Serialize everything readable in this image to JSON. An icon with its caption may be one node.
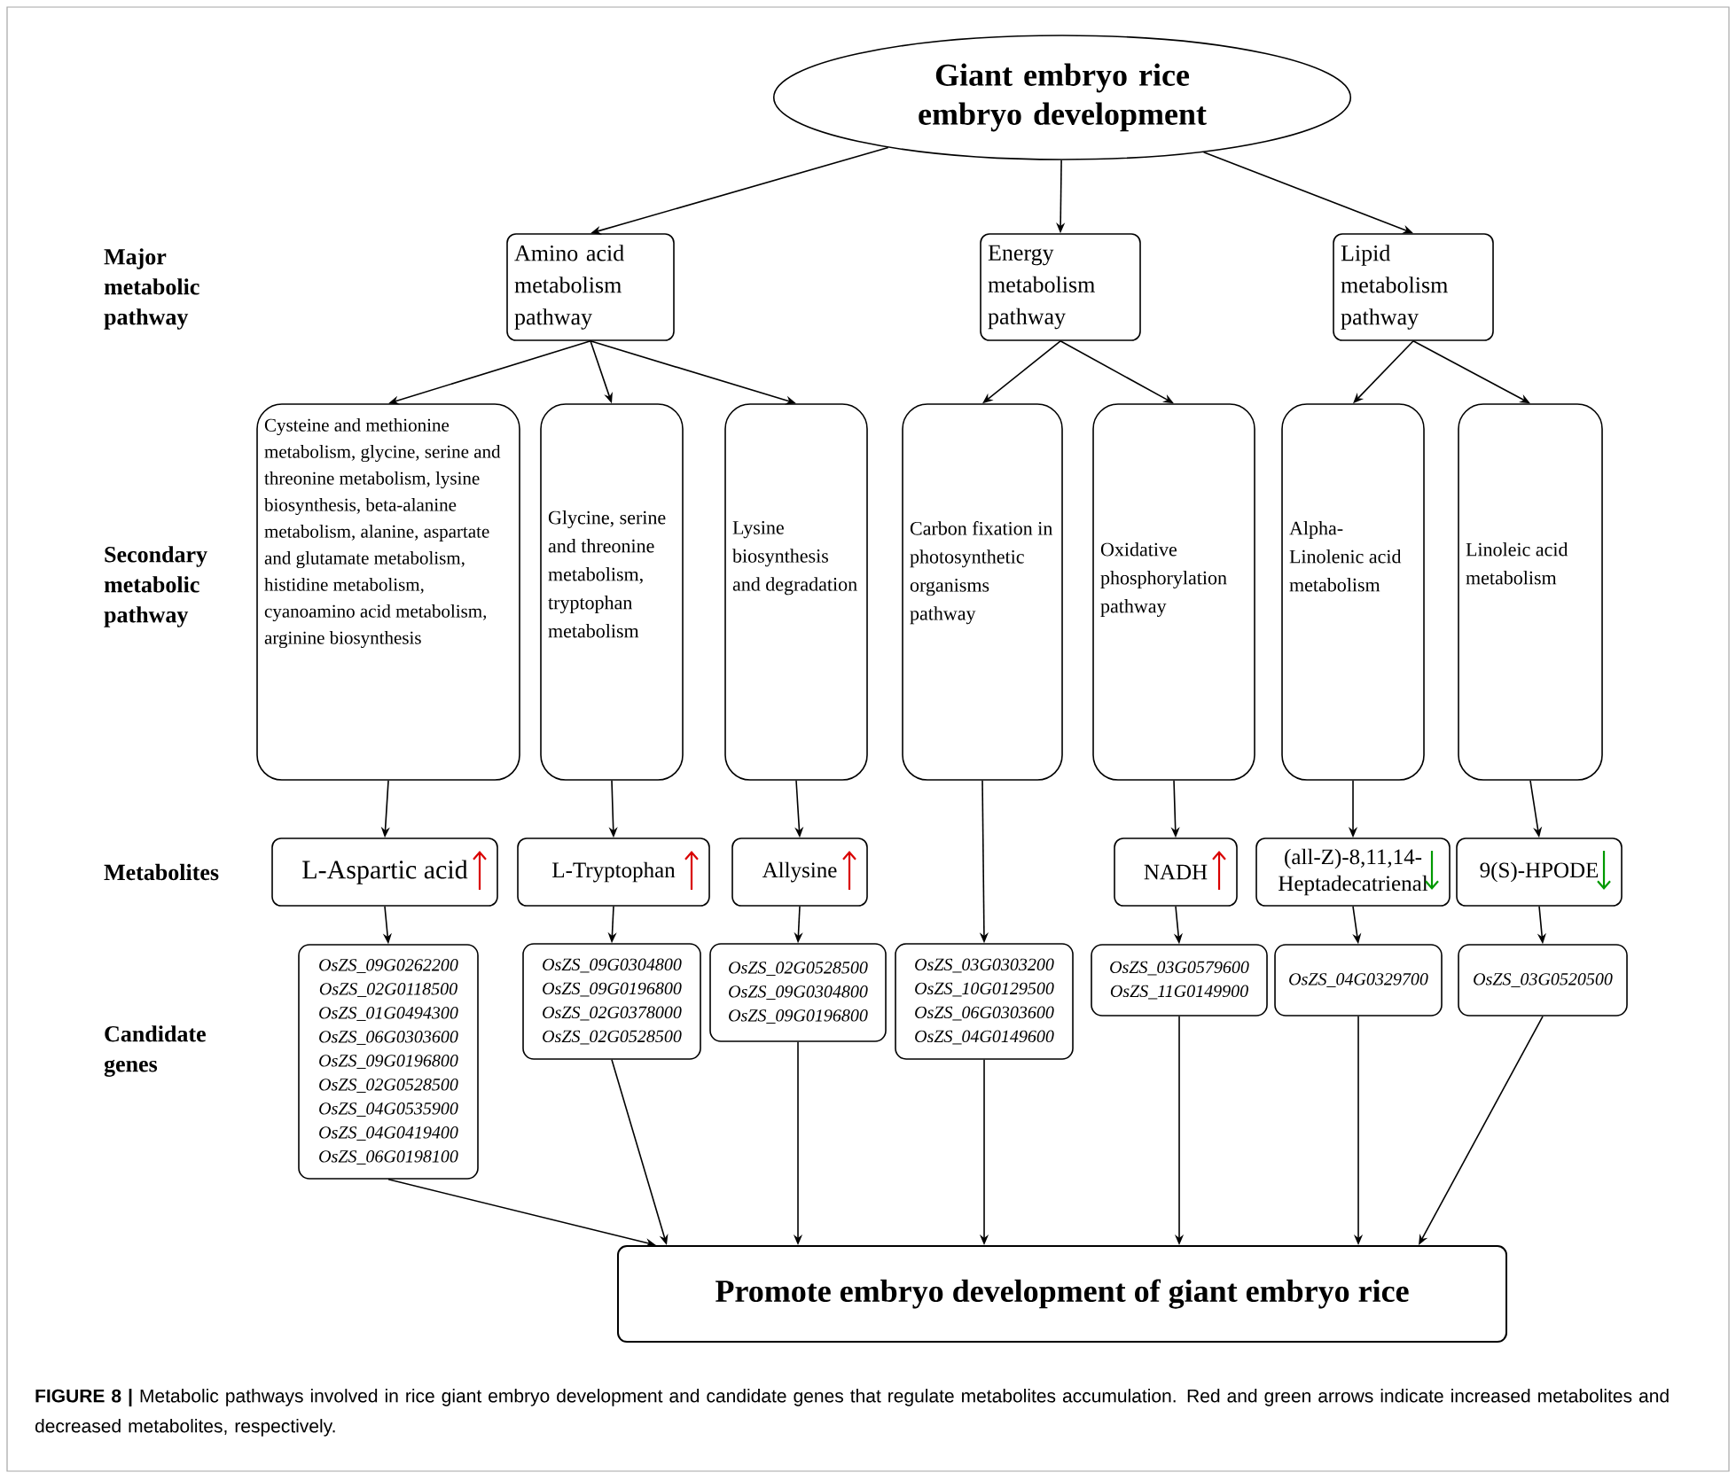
{
  "diagram": {
    "caption": "**FIGURE 8 |** Metabolic pathways involved in rice giant embryo development and candidate genes that regulate metabolites accumulation. Red and green arrows indicate increased metabolites and decreased metabolites, respectively.",
    "nodes": [
      {
        "text": [
          "Giant embryo rice embryo development"
        ]
      },
      {
        "text": [
          "Amino acid metabolism pathway"
        ]
      },
      {
        "text": [
          "Energy metabolism pathway"
        ]
      },
      {
        "text": [
          "Lipid metabolism pathway"
        ]
      },
      {
        "text": [
          "Cysteine and methionine metabolism, glycine, serine and threonine metabolism, lysine biosynthesis, beta-alanine metabolism, alanine, aspartate and glutamate metabolism, histidine metabolism, cyanoamino acid metabolism, arginine biosynthesis"
        ]
      },
      {
        "text": [
          "Glycine, serine and threonine metabolism, tryptophan metabolism"
        ]
      },
      {
        "text": [
          "Lysine biosynthesis and degradation"
        ]
      },
      {
        "text": [
          "Carbon fixation in photosynthetic organisms pathway"
        ]
      },
      {
        "text": [
          "Oxidative phosphorylation pathway"
        ]
      },
      {
        "text": [
          "Alpha-Linolenic acid metabolism"
        ]
      },
      {
        "text": [
          "Linoleic acid metabolism"
        ]
      },
      {
        "text": [
          "L-Aspartic acid"
        ]
      },
      {
        "text": [
          "L-Tryptophan"
        ]
      },
      {
        "text": [
          "Allysine"
        ]
      },
      {
        "text": [
          "NADH"
        ]
      },
      {
        "text": [
          "(all-Z)-8,11,14-Heptadecatrienal"
        ]
      },
      {
        "text": [
          "9(S)-HPODE"
        ]
      },
      {
        "text": [
          "OsZS_09G0262200",
          "OsZS_02G0118500",
          "OsZS_01G0494300",
          "OsZS_06G0303600",
          "OsZS_09G0196800",
          "OsZS_02G0528500",
          "OsZS_04G0535900",
          "OsZS_04G0419400",
          "OsZS_06G0198100"
        ]
      },
      {
        "text": [
          "OsZS_09G0304800",
          "OsZS_09G0196800",
          "OsZS_02G0378000",
          "OsZS_02G0528500"
        ]
      },
      {
        "text": [
          "OsZS_02G0528500",
          "OsZS_09G0304800",
          "OsZS_09G0196800"
        ]
      },
      {
        "text": [
          "OsZS_03G0303200",
          "OsZS_10G0129500",
          "OsZS_06G0303600",
          "OsZS_04G0149600"
        ]
      },
      {
        "text": [
          "OsZS_03G0579600",
          "OsZS_11G0149900"
        ]
      },
      {
        "text": [
          "OsZS_04G0329700"
        ]
      },
      {
        "text": [
          "OsZS_03G0520500"
        ]
      },
      {
        "text": [
          "Promote embryo development of giant embryo rice"
        ]
      }
    ],
    "edges": [
      {
        "from": 0,
        "to": 1,
        "arrow": "to"
      },
      {
        "from": 0,
        "to": 2,
        "arrow": "to"
      },
      {
        "from": 0,
        "to": 3,
        "arrow": "to"
      },
      {
        "from": 1,
        "to": 4,
        "arrow": "to"
      },
      {
        "from": 1,
        "to": 5,
        "arrow": "to"
      },
      {
        "from": 1,
        "to": 6,
        "arrow": "to"
      },
      {
        "from": 2,
        "to": 7,
        "arrow": "to"
      },
      {
        "from": 2,
        "to": 8,
        "arrow": "to"
      },
      {
        "from": 3,
        "to": 9,
        "arrow": "to"
      },
      {
        "from": 3,
        "to": 10,
        "arrow": "to"
      },
      {
        "from": 4,
        "to": 11,
        "arrow": "to"
      },
      {
        "from": 5,
        "to": 12,
        "arrow": "to"
      },
      {
        "from": 6,
        "to": 13,
        "arrow": "to"
      },
      {
        "from": 8,
        "to": 14,
        "arrow": "to"
      },
      {
        "from": 9,
        "to": 15,
        "arrow": "to"
      },
      {
        "from": 10,
        "to": 16,
        "arrow": "to"
      },
      {
        "from": 11,
        "to": 17,
        "arrow": "to"
      },
      {
        "from": 12,
        "to": 18,
        "arrow": "to"
      },
      {
        "from": 13,
        "to": 19,
        "arrow": "to"
      },
      {
        "from": 7,
        "to": 20,
        "arrow": "to"
      },
      {
        "from": 14,
        "to": 21,
        "arrow": "to"
      },
      {
        "from": 15,
        "to": 22,
        "arrow": "to"
      },
      {
        "from": 16,
        "to": 23,
        "arrow": "to"
      },
      {
        "from": 17,
        "to": 24,
        "arrow": "to"
      },
      {
        "from": 18,
        "to": 24,
        "arrow": "to"
      },
      {
        "from": 19,
        "to": 24,
        "arrow": "to"
      },
      {
        "from": 20,
        "to": 24,
        "arrow": "to"
      },
      {
        "from": 21,
        "to": 24,
        "arrow": "to"
      },
      {
        "from": 22,
        "to": 24,
        "arrow": "to"
      },
      {
        "from": 23,
        "to": 24,
        "arrow": "to"
      }
    ],
    "labels": [
      "Major metabolic pathway",
      "Secondary metabolic pathway",
      "Metabolites",
      "Candidate genes"
    ]
  }
}
